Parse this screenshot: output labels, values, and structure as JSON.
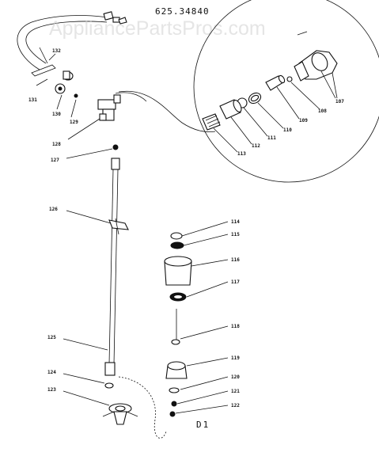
{
  "header": {
    "model_number": "625.34840"
  },
  "watermark": {
    "text": "AppliancePartsPros.com"
  },
  "section_label": "D1",
  "callouts": {
    "p131": "131",
    "p132": "132",
    "p130": "130",
    "p129": "129",
    "p128": "128",
    "p127": "127",
    "p126": "126",
    "p125": "125",
    "p124": "124",
    "p123": "123",
    "p113": "113",
    "p112": "112",
    "p111": "111",
    "p110": "110",
    "p109": "109",
    "p108": "108",
    "p107": "107",
    "p114": "114",
    "p115": "115",
    "p116": "116",
    "p117": "117",
    "p118": "118",
    "p119": "119",
    "p120": "120",
    "p121": "121",
    "p122": "122"
  },
  "colors": {
    "line": "#111111",
    "background": "#ffffff",
    "watermark": "#d0d0d0"
  }
}
